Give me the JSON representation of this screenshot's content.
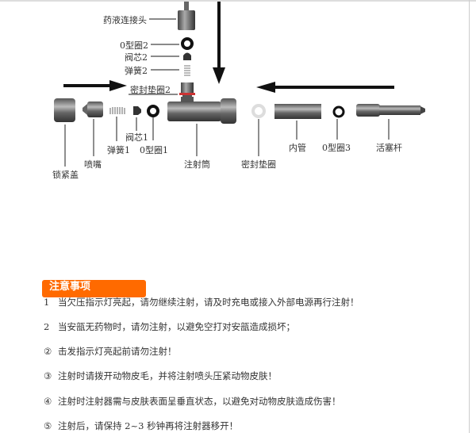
{
  "diagram": {
    "labels": {
      "connector": "药液连接头",
      "oring2": "0型圈2",
      "valve2": "阀芯2",
      "spring2": "弹簧2",
      "seal2": "密封垫圈2",
      "lock_cap": "锁紧盖",
      "nozzle": "喷嘴",
      "spring1": "弹簧1",
      "valve1": "阀芯1",
      "oring1": "0型圈1",
      "barrel": "注射筒",
      "seal": "密封垫圈",
      "inner_tube": "内管",
      "oring3": "0型圈3",
      "piston": "活塞杆"
    }
  },
  "notes": {
    "title": "注意事项",
    "items": [
      {
        "num": "1",
        "text": "当欠压指示灯亮起，请勿继续注射，请及时充电或接入外部电源再行注射！"
      },
      {
        "num": "2",
        "text": "当安瓿无药物时，请勿注射，以避免空打对安瓿造成损坏；"
      },
      {
        "num": "②",
        "text": "击发指示灯亮起前请勿注射！"
      },
      {
        "num": "③",
        "text": "注射时请拨开动物皮毛，并将注射喷头压紧动物皮肤！"
      },
      {
        "num": "④",
        "text": "注射时注射器需与皮肤表面呈垂直状态，以避免对动物皮肤造成伤害！"
      },
      {
        "num": "⑤",
        "text": "注射后，请保持 2~3 秒钟再将注射器移开！"
      }
    ]
  }
}
